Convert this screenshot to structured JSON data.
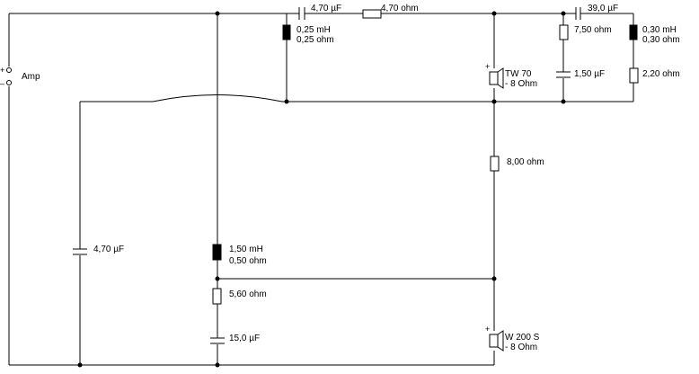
{
  "source": {
    "label": "Amp",
    "plus": "+",
    "minus": "–"
  },
  "components": {
    "c_series_top": {
      "value": "4,70 µF"
    },
    "r_series_top": {
      "value": "4,70 ohm"
    },
    "l_shunt_top": {
      "inductance": "0,25 mH",
      "resistance": "0,25 ohm"
    },
    "tweeter": {
      "model": "TW 70",
      "impedance": "- 8 Ohm",
      "polarity": "+"
    },
    "r_zobel_tw": {
      "value": "7,50 ohm"
    },
    "c_zobel_tw": {
      "value": "1,50 µF"
    },
    "c_notch": {
      "value": "39,0 µF"
    },
    "l_notch": {
      "inductance": "0,30 mH",
      "resistance": "0,30 ohm"
    },
    "r_notch": {
      "value": "2,20 ohm"
    },
    "r_middle": {
      "value": "8,00 ohm"
    },
    "c_woofer_shunt": {
      "value": "4,70 µF"
    },
    "l_woofer": {
      "inductance": "1,50 mH",
      "resistance": "0,50 ohm"
    },
    "r_woofer_zobel": {
      "value": "5,60 ohm"
    },
    "c_woofer_zobel": {
      "value": "15,0 µF"
    },
    "woofer": {
      "model": "W 200 S",
      "impedance": "- 8 Ohm",
      "polarity": "+"
    }
  }
}
